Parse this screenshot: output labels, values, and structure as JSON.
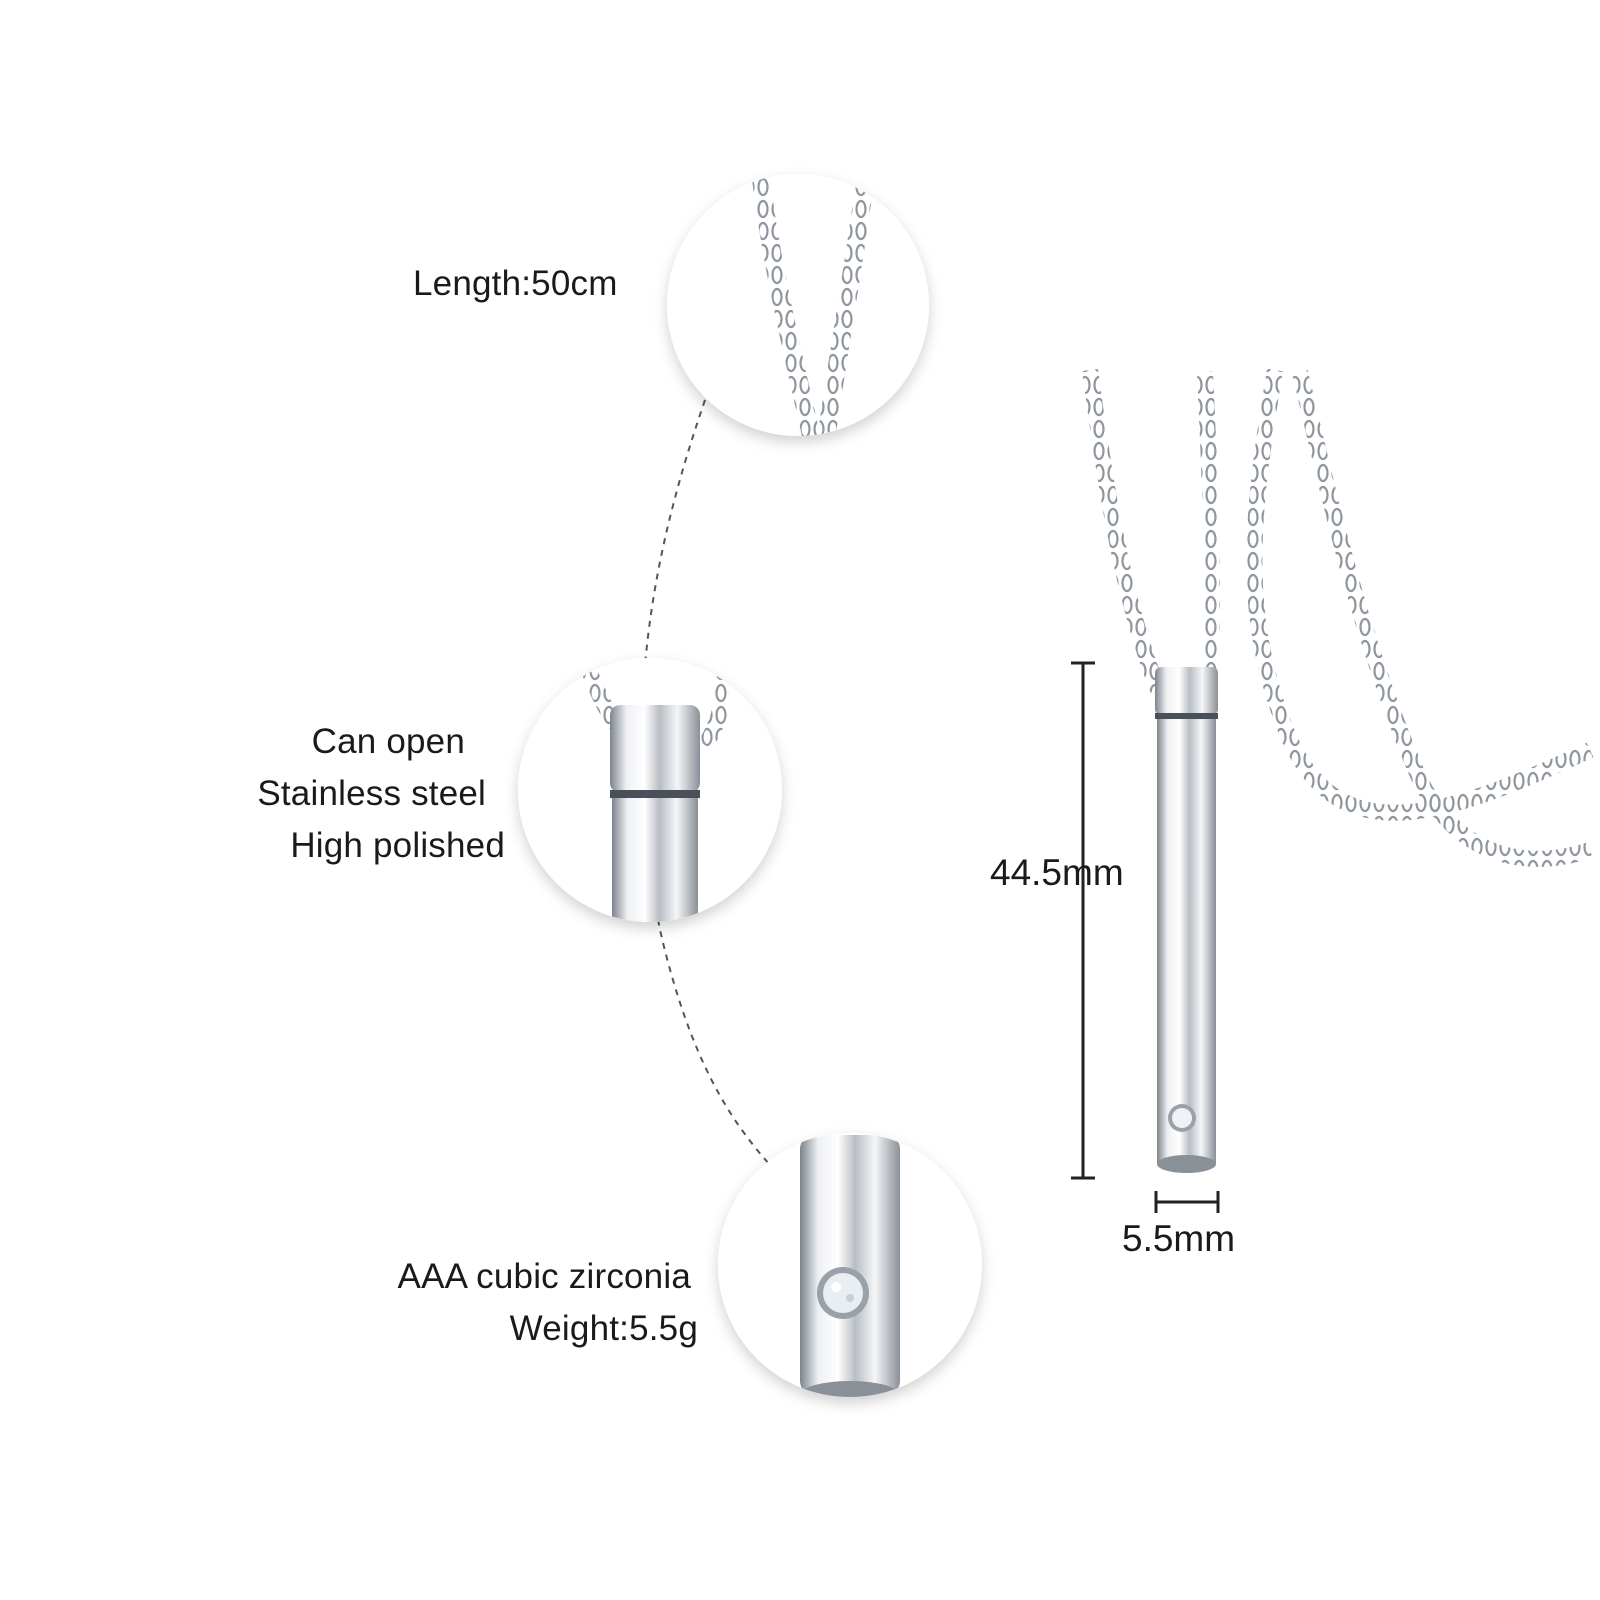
{
  "features": {
    "chain": {
      "lines": [
        "Length:50cm"
      ]
    },
    "clasp": {
      "lines": [
        "Can open",
        "Stainless steel",
        "High polished"
      ]
    },
    "stone": {
      "lines": [
        "AAA cubic zirconia",
        "Weight:5.5g"
      ]
    }
  },
  "dimensions": {
    "height": "44.5mm",
    "width": "5.5mm"
  },
  "colors": {
    "steel_light": "#f2f4f6",
    "steel_mid": "#c9cdd2",
    "steel_dark": "#7d848c",
    "chain": "#8f969e",
    "dash": "#555555",
    "text": "#1a1a1a"
  }
}
